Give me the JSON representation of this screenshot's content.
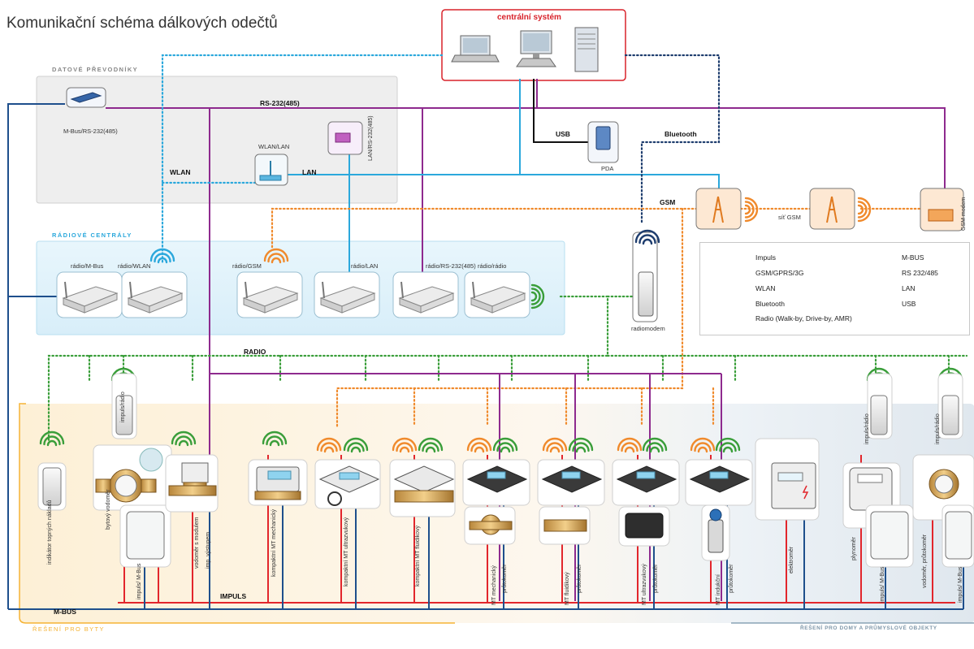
{
  "title": "Komunikační schéma dálkových odečtů",
  "central_system": {
    "label": "centrální systém"
  },
  "sections": {
    "converters": "DATOVÉ PŘEVODNÍKY",
    "radio_centrals": "RÁDIOVÉ CENTRÁLY",
    "apartments": "ŘEŠENÍ PRO BYTY",
    "houses": "ŘEŠENÍ PRO DOMY A PRŮMYSLOVÉ OBJEKTY"
  },
  "converters": {
    "mbus": "M-Bus/RS-232(485)",
    "wlan_lan": "WLAN/LAN",
    "lan_rs": "LAN/RS-232(485)"
  },
  "bus_labels": {
    "rs232": "RS-232(485)",
    "wlan": "WLAN",
    "lan": "LAN",
    "usb": "USB",
    "bluetooth": "Bluetooth",
    "gsm": "GSM",
    "gsm_net": "síť GSM",
    "radio": "RADIO",
    "impuls": "IMPULS",
    "mbus": "M-BUS"
  },
  "pda": "PDA",
  "gsm_modem": "GSM modem",
  "radiomodem": "radiomodem",
  "radio_centrals": [
    "rádio/M-Bus",
    "rádio/WLAN",
    "rádio/GSM",
    "rádio/LAN",
    "rádio/RS-232(485)",
    "rádio/rádio"
  ],
  "legend": [
    {
      "label": "Impuls",
      "color": "#e2262c",
      "style": "solid"
    },
    {
      "label": "GSM/GPRS/3G",
      "color": "#f08a2c",
      "style": "dotted"
    },
    {
      "label": "WLAN",
      "color": "#2ba8dc",
      "style": "dotted"
    },
    {
      "label": "Bluetooth",
      "color": "#1e3d6e",
      "style": "dotted"
    },
    {
      "label": "Radio (Walk-by, Drive-by, AMR)",
      "color": "#3a9e3a",
      "style": "dotted"
    },
    {
      "label": "M-BUS",
      "color": "#1e4f8c",
      "style": "solid"
    },
    {
      "label": "RS 232/485",
      "color": "#8e2a8e",
      "style": "solid"
    },
    {
      "label": "LAN",
      "color": "#2ba8dc",
      "style": "solid"
    },
    {
      "label": "USB",
      "color": "#111111",
      "style": "solid"
    }
  ],
  "devices": {
    "indicator": "indikátor topných nákladů",
    "impuls_radio_1": "impuls/rádio",
    "flat_water": "bytový vodoměr",
    "impuls_mbus_1": "impuls/ M-Bus",
    "water_module": "vodoměr s modulem",
    "imp_output": "imp. výstupem",
    "compact_mech": "kompaktní MT mechanický",
    "compact_ultra": "kompaktní MT ultrazvukový",
    "compact_fluid": "kompaktní MT fluidikový",
    "mt_mech": "MT mechanický",
    "flow_1": "průtokoměr",
    "mt_fluid": "MT fluidikový",
    "flow_2": "průtokoměr",
    "mt_ultra": "MT ultrazvukový",
    "flow_3": "průtokoměr",
    "mt_induct": "MT indukční",
    "flow_4": "průtokoměr",
    "electro": "elektroměr",
    "impuls_radio_2": "impuls/rádio",
    "gas": "plynoměr",
    "impuls_mbus_2": "impuls/ M-Bus",
    "impuls_radio_3": "impuls/rádio",
    "water_flow": "vodoměr, průtokoměr",
    "impuls_mbus_3": "impuls/ M-Bus"
  },
  "colors": {
    "impuls": "#e2262c",
    "mbus": "#1e4f8c",
    "rs": "#8e2a8e",
    "lan": "#2ba8dc",
    "gsm": "#f08a2c",
    "radio": "#3a9e3a",
    "bt": "#1e3d6e",
    "usb": "#111111",
    "central_red": "#d8222a",
    "apartments_accent": "#f5b335",
    "houses_accent": "#8aa3b5"
  }
}
